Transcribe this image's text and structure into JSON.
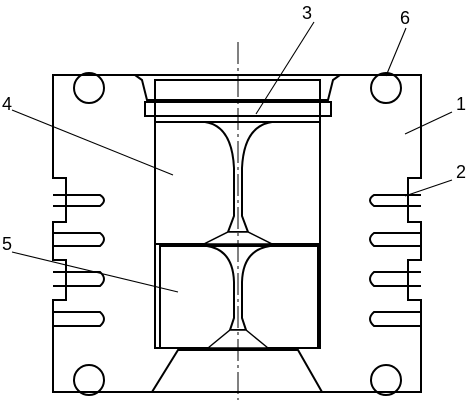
{
  "diagram": {
    "type": "mechanical cross-section drawing",
    "callouts": [
      {
        "id": "1",
        "label": "1"
      },
      {
        "id": "2",
        "label": "2"
      },
      {
        "id": "3",
        "label": "3"
      },
      {
        "id": "4",
        "label": "4"
      },
      {
        "id": "5",
        "label": "5"
      },
      {
        "id": "6",
        "label": "6"
      }
    ],
    "colors": {
      "line": "#000000",
      "background": "#ffffff"
    }
  }
}
